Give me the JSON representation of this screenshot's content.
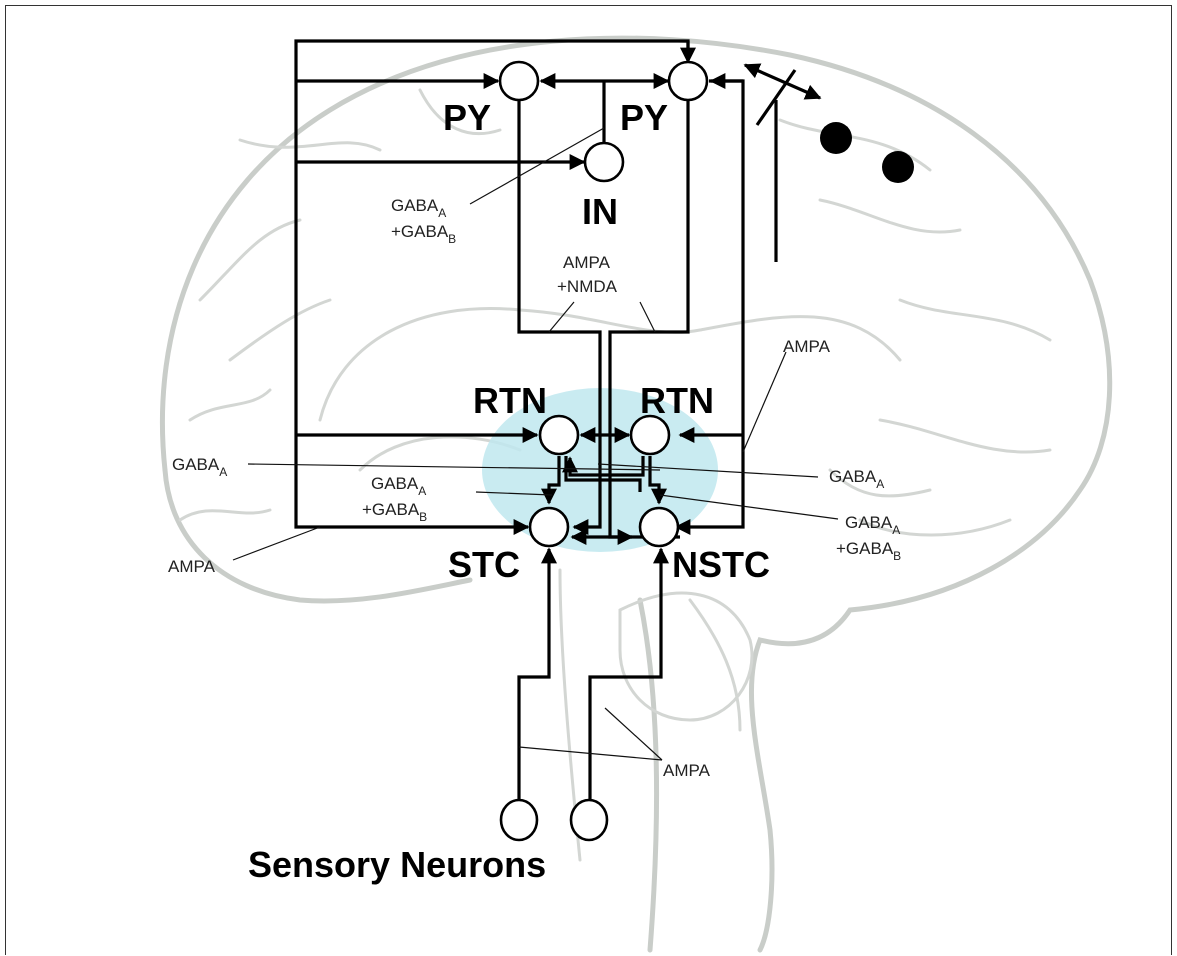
{
  "labels": {
    "py_left": "PY",
    "py_right": "PY",
    "in": "IN",
    "rtn_left": "RTN",
    "rtn_right": "RTN",
    "stc": "STC",
    "nstc": "NSTC",
    "sensory": "Sensory Neurons"
  },
  "synapses": {
    "gaba_in": {
      "base": "GABA",
      "sub1": "A",
      "line2": "+GABA",
      "sub2": "B"
    },
    "ampa_nmda": {
      "line1": "AMPA",
      "line2": "+NMDA"
    },
    "ampa_right": "AMPA",
    "gaba_a_left": {
      "base": "GABA",
      "sub": "A"
    },
    "gaba_a_right": {
      "base": "GABA",
      "sub": "A"
    },
    "gaba_center": {
      "base": "GABA",
      "sub1": "A",
      "line2": "+GABA",
      "sub2": "B"
    },
    "gaba_right2": {
      "base": "GABA",
      "sub1": "A",
      "line2": "+GABA",
      "sub2": "B"
    },
    "ampa_left": "AMPA",
    "ampa_bottom": "AMPA"
  },
  "colors": {
    "thalamus": "#bfe8ef",
    "brain_outline": "#c9cdc9"
  }
}
